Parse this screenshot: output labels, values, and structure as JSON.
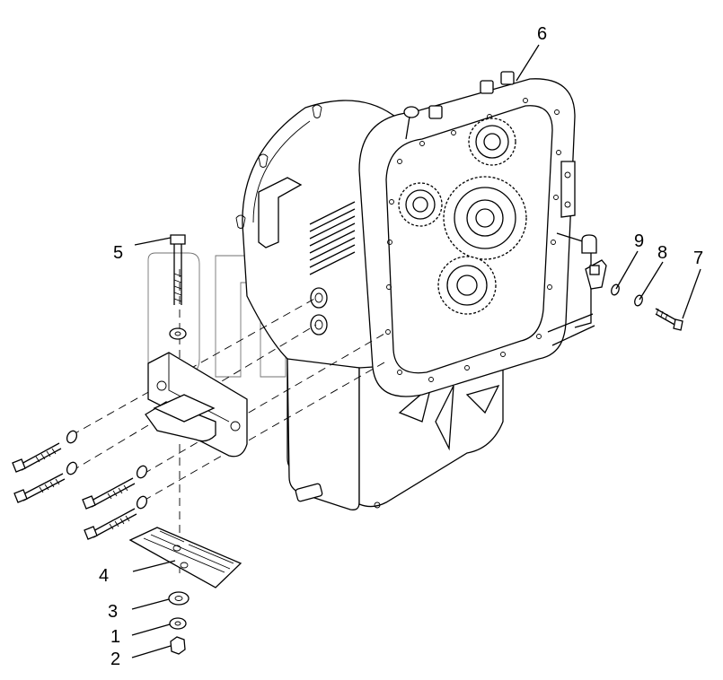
{
  "diagram": {
    "callouts": [
      {
        "id": "c1",
        "label": "1"
      },
      {
        "id": "c2",
        "label": "2"
      },
      {
        "id": "c3",
        "label": "3"
      },
      {
        "id": "c4",
        "label": "4"
      },
      {
        "id": "c5",
        "label": "5"
      },
      {
        "id": "c6",
        "label": "6"
      },
      {
        "id": "c7",
        "label": "7"
      },
      {
        "id": "c8",
        "label": "8"
      },
      {
        "id": "c9",
        "label": "9"
      }
    ],
    "watermark": {
      "mark": "™"
    }
  }
}
